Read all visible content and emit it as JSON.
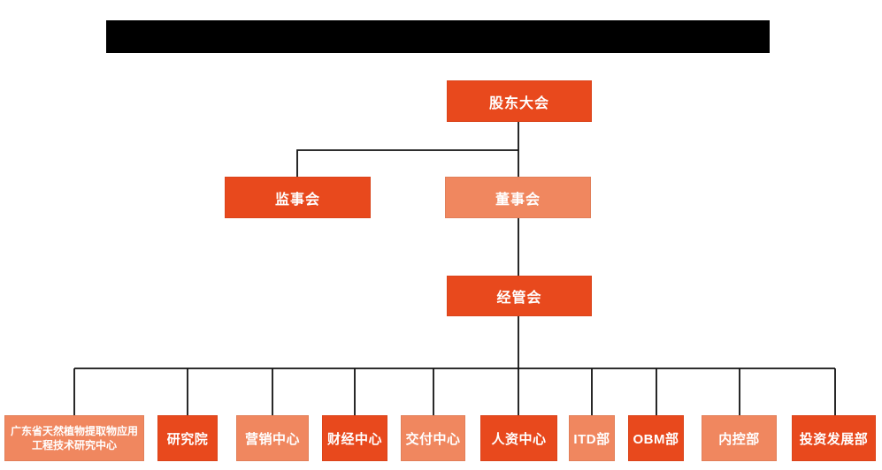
{
  "colors": {
    "primary_orange": "#E8491D",
    "light_orange": "#F0875F",
    "connector_line": "#111111",
    "redacted_bar": "#000000",
    "node_text": "#FFFFFF",
    "background": "#FFFFFF"
  },
  "org_chart": {
    "nodes": {
      "shareholders_meeting": {
        "label": "股东大会",
        "color": "#E8491D"
      },
      "supervisory_board": {
        "label": "监事会",
        "color": "#E8491D"
      },
      "board_of_directors": {
        "label": "董事会",
        "color": "#F0875F"
      },
      "management_committee": {
        "label": "经管会",
        "color": "#E8491D"
      }
    },
    "departments": [
      {
        "label": "广东省天然植物提取物应用工程技术研究中心",
        "color": "#F0875F"
      },
      {
        "label": "研究院",
        "color": "#E8491D"
      },
      {
        "label": "营销中心",
        "color": "#F0875F"
      },
      {
        "label": "财经中心",
        "color": "#E8491D"
      },
      {
        "label": "交付中心",
        "color": "#F0875F"
      },
      {
        "label": "人资中心",
        "color": "#E8491D"
      },
      {
        "label": "ITD部",
        "color": "#F0875F"
      },
      {
        "label": "OBM部",
        "color": "#E8491D"
      },
      {
        "label": "内控部",
        "color": "#F0875F"
      },
      {
        "label": "投资发展部",
        "color": "#E8491D"
      }
    ]
  }
}
